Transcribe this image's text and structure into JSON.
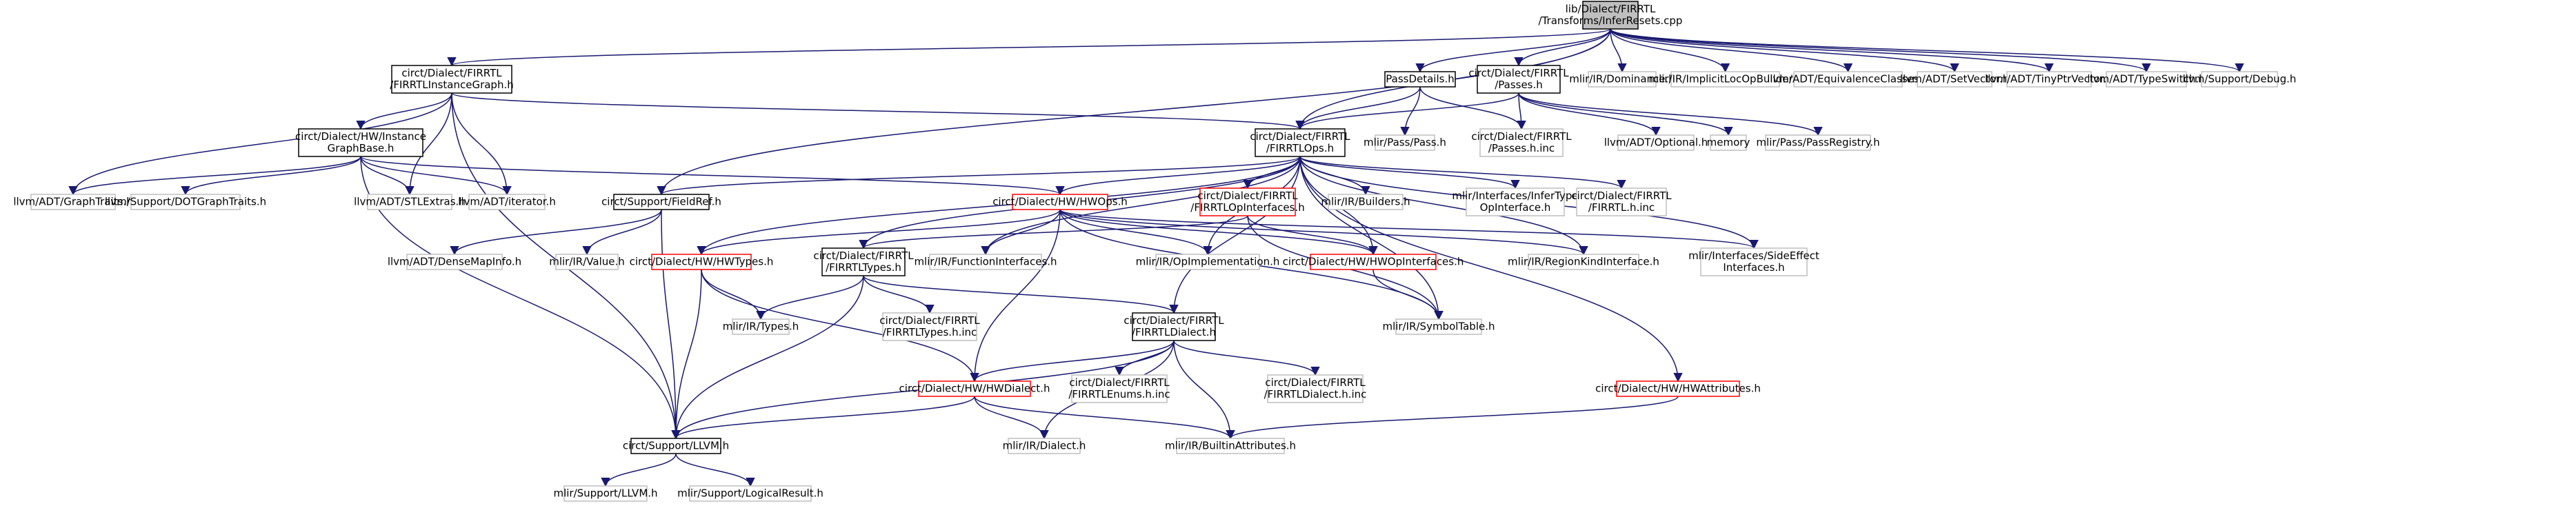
{
  "graph": {
    "nodes": [
      {
        "id": "root",
        "lines": [
          "lib/Dialect/FIRRTL",
          "/Transforms/InferResets.cpp"
        ],
        "kind": "root"
      },
      {
        "id": "ig",
        "lines": [
          "circt/Dialect/FIRRTL",
          "/FIRRTLInstanceGraph.h"
        ],
        "kind": "documented"
      },
      {
        "id": "passdetails",
        "lines": [
          "PassDetails.h"
        ],
        "kind": "documented"
      },
      {
        "id": "passes",
        "lines": [
          "circt/Dialect/FIRRTL",
          "/Passes.h"
        ],
        "kind": "documented"
      },
      {
        "id": "dominance",
        "lines": [
          "mlir/IR/Dominance.h"
        ],
        "kind": "external"
      },
      {
        "id": "implicitloc",
        "lines": [
          "mlir/IR/ImplicitLocOpBuilder.h"
        ],
        "kind": "external"
      },
      {
        "id": "eqclasses",
        "lines": [
          "llvm/ADT/EquivalenceClasses.h"
        ],
        "kind": "external"
      },
      {
        "id": "setvector",
        "lines": [
          "llvm/ADT/SetVector.h"
        ],
        "kind": "external"
      },
      {
        "id": "tinyptr",
        "lines": [
          "llvm/ADT/TinyPtrVector.h"
        ],
        "kind": "external"
      },
      {
        "id": "typeswitch",
        "lines": [
          "llvm/ADT/TypeSwitch.h"
        ],
        "kind": "external"
      },
      {
        "id": "debug",
        "lines": [
          "llvm/Support/Debug.h"
        ],
        "kind": "external"
      },
      {
        "id": "hwig",
        "lines": [
          "circt/Dialect/HW/Instance",
          "GraphBase.h"
        ],
        "kind": "documented"
      },
      {
        "id": "firrtlops",
        "lines": [
          "circt/Dialect/FIRRTL",
          "/FIRRTLOps.h"
        ],
        "kind": "documented"
      },
      {
        "id": "pass",
        "lines": [
          "mlir/Pass/Pass.h"
        ],
        "kind": "external"
      },
      {
        "id": "passesinc",
        "lines": [
          "circt/Dialect/FIRRTL",
          "/Passes.h.inc"
        ],
        "kind": "external"
      },
      {
        "id": "optional",
        "lines": [
          "llvm/ADT/Optional.h"
        ],
        "kind": "external"
      },
      {
        "id": "memory",
        "lines": [
          "memory"
        ],
        "kind": "external"
      },
      {
        "id": "passregistry",
        "lines": [
          "mlir/Pass/PassRegistry.h"
        ],
        "kind": "external"
      },
      {
        "id": "graphtraits",
        "lines": [
          "llvm/ADT/GraphTraits.h"
        ],
        "kind": "external"
      },
      {
        "id": "dotgraph",
        "lines": [
          "llvm/Support/DOTGraphTraits.h"
        ],
        "kind": "external"
      },
      {
        "id": "stlextras",
        "lines": [
          "llvm/ADT/STLExtras.h"
        ],
        "kind": "external"
      },
      {
        "id": "iterator",
        "lines": [
          "llvm/ADT/iterator.h"
        ],
        "kind": "external"
      },
      {
        "id": "fieldref",
        "lines": [
          "circt/Support/FieldRef.h"
        ],
        "kind": "documented"
      },
      {
        "id": "hwops",
        "lines": [
          "circt/Dialect/HW/HWOps.h"
        ],
        "kind": "truncated"
      },
      {
        "id": "firrtlopif",
        "lines": [
          "circt/Dialect/FIRRTL",
          "/FIRRTLOpInterfaces.h"
        ],
        "kind": "truncated"
      },
      {
        "id": "builders",
        "lines": [
          "mlir/IR/Builders.h"
        ],
        "kind": "external"
      },
      {
        "id": "infertype",
        "lines": [
          "mlir/Interfaces/InferType",
          "OpInterface.h"
        ],
        "kind": "external"
      },
      {
        "id": "firrtlhinc",
        "lines": [
          "circt/Dialect/FIRRTL",
          "/FIRRTL.h.inc"
        ],
        "kind": "external"
      },
      {
        "id": "densemap",
        "lines": [
          "llvm/ADT/DenseMapInfo.h"
        ],
        "kind": "external"
      },
      {
        "id": "value",
        "lines": [
          "mlir/IR/Value.h"
        ],
        "kind": "external"
      },
      {
        "id": "hwtypes",
        "lines": [
          "circt/Dialect/HW/HWTypes.h"
        ],
        "kind": "truncated"
      },
      {
        "id": "firrtltypes",
        "lines": [
          "circt/Dialect/FIRRTL",
          "/FIRRTLTypes.h"
        ],
        "kind": "documented"
      },
      {
        "id": "funciface",
        "lines": [
          "mlir/IR/FunctionInterfaces.h"
        ],
        "kind": "external"
      },
      {
        "id": "opimpl",
        "lines": [
          "mlir/IR/OpImplementation.h"
        ],
        "kind": "external"
      },
      {
        "id": "hwopif",
        "lines": [
          "circt/Dialect/HW/HWOpInterfaces.h"
        ],
        "kind": "truncated"
      },
      {
        "id": "regionkind",
        "lines": [
          "mlir/IR/RegionKindInterface.h"
        ],
        "kind": "external"
      },
      {
        "id": "sideeffect",
        "lines": [
          "mlir/Interfaces/SideEffect",
          "Interfaces.h"
        ],
        "kind": "external"
      },
      {
        "id": "types",
        "lines": [
          "mlir/IR/Types.h"
        ],
        "kind": "external"
      },
      {
        "id": "firrtltypesinc",
        "lines": [
          "circt/Dialect/FIRRTL",
          "/FIRRTLTypes.h.inc"
        ],
        "kind": "external"
      },
      {
        "id": "firrtldialect",
        "lines": [
          "circt/Dialect/FIRRTL",
          "/FIRRTLDialect.h"
        ],
        "kind": "documented"
      },
      {
        "id": "symboltable",
        "lines": [
          "mlir/IR/SymbolTable.h"
        ],
        "kind": "external"
      },
      {
        "id": "hwdialect",
        "lines": [
          "circt/Dialect/HW/HWDialect.h"
        ],
        "kind": "truncated"
      },
      {
        "id": "enumsinc",
        "lines": [
          "circt/Dialect/FIRRTL",
          "/FIRRTLEnums.h.inc"
        ],
        "kind": "external"
      },
      {
        "id": "dialectinc",
        "lines": [
          "circt/Dialect/FIRRTL",
          "/FIRRTLDialect.h.inc"
        ],
        "kind": "external"
      },
      {
        "id": "hwattrs",
        "lines": [
          "circt/Dialect/HW/HWAttributes.h"
        ],
        "kind": "truncated"
      },
      {
        "id": "llvmh",
        "lines": [
          "circt/Support/LLVM.h"
        ],
        "kind": "documented"
      },
      {
        "id": "mlirdialect",
        "lines": [
          "mlir/IR/Dialect.h"
        ],
        "kind": "external"
      },
      {
        "id": "builtinattrs",
        "lines": [
          "mlir/IR/BuiltinAttributes.h"
        ],
        "kind": "external"
      },
      {
        "id": "mlirllvm",
        "lines": [
          "mlir/Support/LLVM.h"
        ],
        "kind": "external"
      },
      {
        "id": "logicalresult",
        "lines": [
          "mlir/Support/LogicalResult.h"
        ],
        "kind": "external"
      }
    ],
    "edges": [
      [
        "root",
        "ig"
      ],
      [
        "root",
        "passdetails"
      ],
      [
        "root",
        "passes"
      ],
      [
        "root",
        "dominance"
      ],
      [
        "root",
        "implicitloc"
      ],
      [
        "root",
        "eqclasses"
      ],
      [
        "root",
        "setvector"
      ],
      [
        "root",
        "tinyptr"
      ],
      [
        "root",
        "typeswitch"
      ],
      [
        "root",
        "debug"
      ],
      [
        "root",
        "firrtlops"
      ],
      [
        "root",
        "fieldref"
      ],
      [
        "ig",
        "hwig"
      ],
      [
        "ig",
        "firrtlops"
      ],
      [
        "ig",
        "graphtraits"
      ],
      [
        "ig",
        "stlextras"
      ],
      [
        "ig",
        "iterator"
      ],
      [
        "ig",
        "llvmh"
      ],
      [
        "passdetails",
        "firrtlops"
      ],
      [
        "passdetails",
        "pass"
      ],
      [
        "passdetails",
        "passesinc"
      ],
      [
        "passes",
        "firrtlops"
      ],
      [
        "passes",
        "passesinc"
      ],
      [
        "passes",
        "optional"
      ],
      [
        "passes",
        "memory"
      ],
      [
        "passes",
        "passregistry"
      ],
      [
        "hwig",
        "graphtraits"
      ],
      [
        "hwig",
        "dotgraph"
      ],
      [
        "hwig",
        "stlextras"
      ],
      [
        "hwig",
        "iterator"
      ],
      [
        "hwig",
        "hwops"
      ],
      [
        "hwig",
        "llvmh"
      ],
      [
        "firrtlops",
        "fieldref"
      ],
      [
        "firrtlops",
        "hwops"
      ],
      [
        "firrtlops",
        "firrtlopif"
      ],
      [
        "firrtlops",
        "builders"
      ],
      [
        "firrtlops",
        "infertype"
      ],
      [
        "firrtlops",
        "firrtlhinc"
      ],
      [
        "firrtlops",
        "firrtltypes"
      ],
      [
        "firrtlops",
        "funciface"
      ],
      [
        "firrtlops",
        "opimpl"
      ],
      [
        "firrtlops",
        "hwopif"
      ],
      [
        "firrtlops",
        "regionkind"
      ],
      [
        "firrtlops",
        "sideeffect"
      ],
      [
        "firrtlops",
        "symboltable"
      ],
      [
        "firrtlops",
        "firrtldialect"
      ],
      [
        "firrtlops",
        "hwattrs"
      ],
      [
        "firrtlops",
        "hwtypes"
      ],
      [
        "fieldref",
        "densemap"
      ],
      [
        "fieldref",
        "value"
      ],
      [
        "fieldref",
        "llvmh"
      ],
      [
        "hwops",
        "hwtypes"
      ],
      [
        "hwops",
        "funciface"
      ],
      [
        "hwops",
        "opimpl"
      ],
      [
        "hwops",
        "hwopif"
      ],
      [
        "hwops",
        "regionkind"
      ],
      [
        "hwops",
        "sideeffect"
      ],
      [
        "hwops",
        "symboltable"
      ],
      [
        "hwops",
        "hwdialect"
      ],
      [
        "firrtlopif",
        "hwopif"
      ],
      [
        "firrtlopif",
        "firrtltypes"
      ],
      [
        "firrtlopif",
        "symboltable"
      ],
      [
        "hwtypes",
        "types"
      ],
      [
        "hwtypes",
        "hwdialect"
      ],
      [
        "hwtypes",
        "llvmh"
      ],
      [
        "firrtltypes",
        "types"
      ],
      [
        "firrtltypes",
        "firrtltypesinc"
      ],
      [
        "firrtltypes",
        "firrtldialect"
      ],
      [
        "firrtltypes",
        "llvmh"
      ],
      [
        "hwopif",
        "symboltable"
      ],
      [
        "firrtldialect",
        "hwdialect"
      ],
      [
        "firrtldialect",
        "enumsinc"
      ],
      [
        "firrtldialect",
        "dialectinc"
      ],
      [
        "firrtldialect",
        "llvmh"
      ],
      [
        "firrtldialect",
        "mlirdialect"
      ],
      [
        "firrtldialect",
        "builtinattrs"
      ],
      [
        "hwdialect",
        "llvmh"
      ],
      [
        "hwdialect",
        "mlirdialect"
      ],
      [
        "hwdialect",
        "builtinattrs"
      ],
      [
        "hwattrs",
        "builtinattrs"
      ],
      [
        "llvmh",
        "mlirllvm"
      ],
      [
        "llvmh",
        "logicalresult"
      ]
    ]
  }
}
